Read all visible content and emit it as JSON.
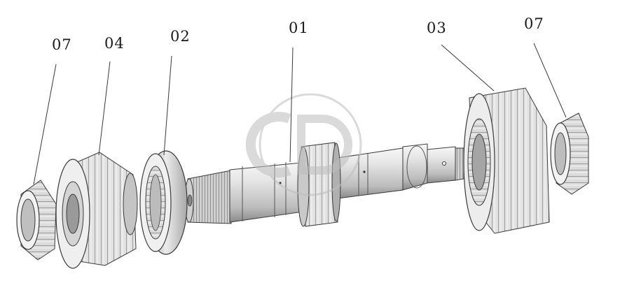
{
  "labels": [
    {
      "id": "bearing-left",
      "text": "07"
    },
    {
      "id": "gear-04",
      "text": "04"
    },
    {
      "id": "synchro-ring",
      "text": "02"
    },
    {
      "id": "shaft",
      "text": "01"
    },
    {
      "id": "gear-03",
      "text": "03"
    },
    {
      "id": "bearing-right",
      "text": "07"
    }
  ],
  "watermark": {
    "icon": "cd-logo-watermark",
    "color": "#bdbdbd"
  },
  "colors": {
    "line": "#3a3a3a",
    "metal_light": "#e9e9e9",
    "metal_mid": "#bcbcbc",
    "metal_dark": "#7d7d7d"
  }
}
